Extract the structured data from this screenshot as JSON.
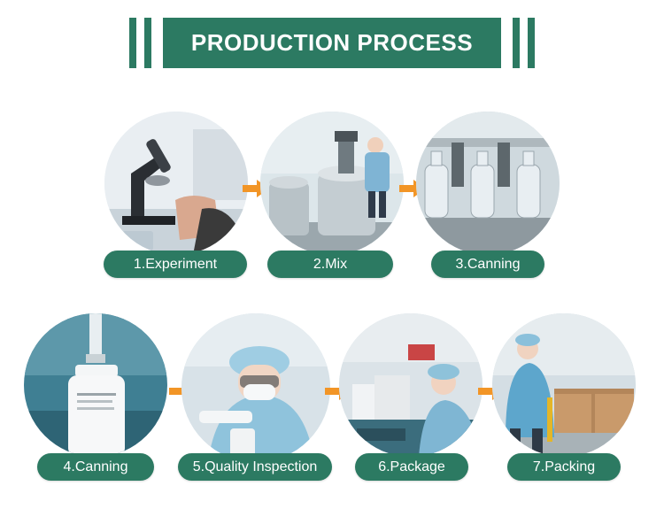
{
  "header": {
    "title": "PRODUCTION PROCESS"
  },
  "colors": {
    "brand_green": "#2c7a62",
    "arrow_orange": "#f29526"
  },
  "steps": [
    {
      "label": "1.Experiment",
      "icon": "microscope-icon"
    },
    {
      "label": "2.Mix",
      "icon": "mixing-tank-icon"
    },
    {
      "label": "3.Canning",
      "icon": "bottle-line-icon"
    },
    {
      "label": "4.Canning",
      "icon": "bottle-fill-icon"
    },
    {
      "label": "5.Quality Inspection",
      "icon": "inspection-icon"
    },
    {
      "label": "6.Package",
      "icon": "package-icon"
    },
    {
      "label": "7.Packing",
      "icon": "pallet-icon"
    }
  ]
}
